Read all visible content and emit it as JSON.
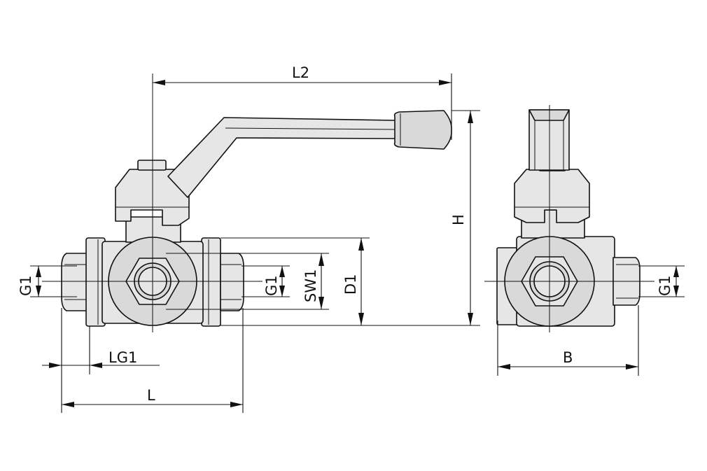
{
  "labels": {
    "L2": "L2",
    "H": "H",
    "G1": "G1",
    "SW1": "SW1",
    "D1": "D1",
    "LG1": "LG1",
    "L": "L",
    "B": "B"
  }
}
